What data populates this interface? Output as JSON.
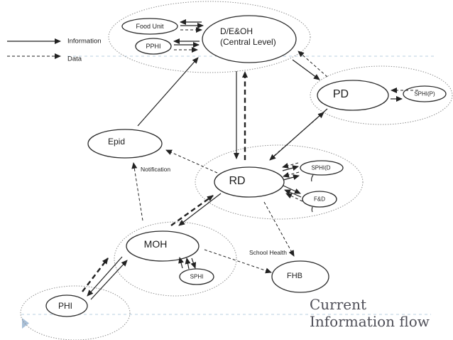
{
  "legend": {
    "information": "Information",
    "data": "Data"
  },
  "nodes": {
    "food_unit": "Food Unit",
    "pphi": "PPHI",
    "deoh_line1": "D/E&OH",
    "deoh_line2": "(Central Level)",
    "pd": "PD",
    "sphi_p": "SPHI(P)",
    "epid": "Epid",
    "rd": "RD",
    "sphi_d": "SPHI(D",
    "fd": "F&D",
    "moh": "MOH",
    "sphi": "SPHI",
    "phi": "PHI",
    "fhb": "FHB"
  },
  "annotations": {
    "notification": "Notification",
    "school_health": "School Health",
    "caption": "Current Information flow"
  },
  "colors": {
    "line": "#222222",
    "group_outline": "#8f8f8f",
    "accent_dashed_line": "#b9cfe2",
    "caption_text": "#4e4e57",
    "triangle": "#a9c0d8"
  }
}
